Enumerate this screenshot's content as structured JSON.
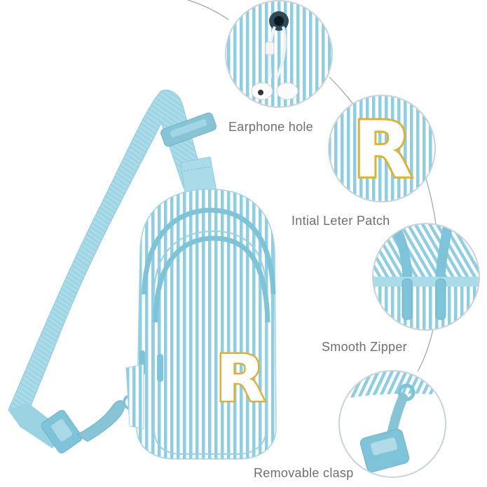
{
  "callouts": [
    {
      "label": "Earphone hole"
    },
    {
      "label": "Intial Leter Patch"
    },
    {
      "label": "Smooth Zipper"
    },
    {
      "label": "Removable clasp"
    }
  ],
  "patch": {
    "letter": "R"
  },
  "colors": {
    "stripe_blue": "#8fcde0",
    "stripe_white": "#ffffff",
    "strap_blue": "#a9dbe8",
    "zipper_blue": "#7fc3d8",
    "gold_border": "#d9b13b",
    "label_gray": "#6c6f73",
    "line_gray": "#9aa3a8",
    "circle_border": "#c9d3d8"
  }
}
